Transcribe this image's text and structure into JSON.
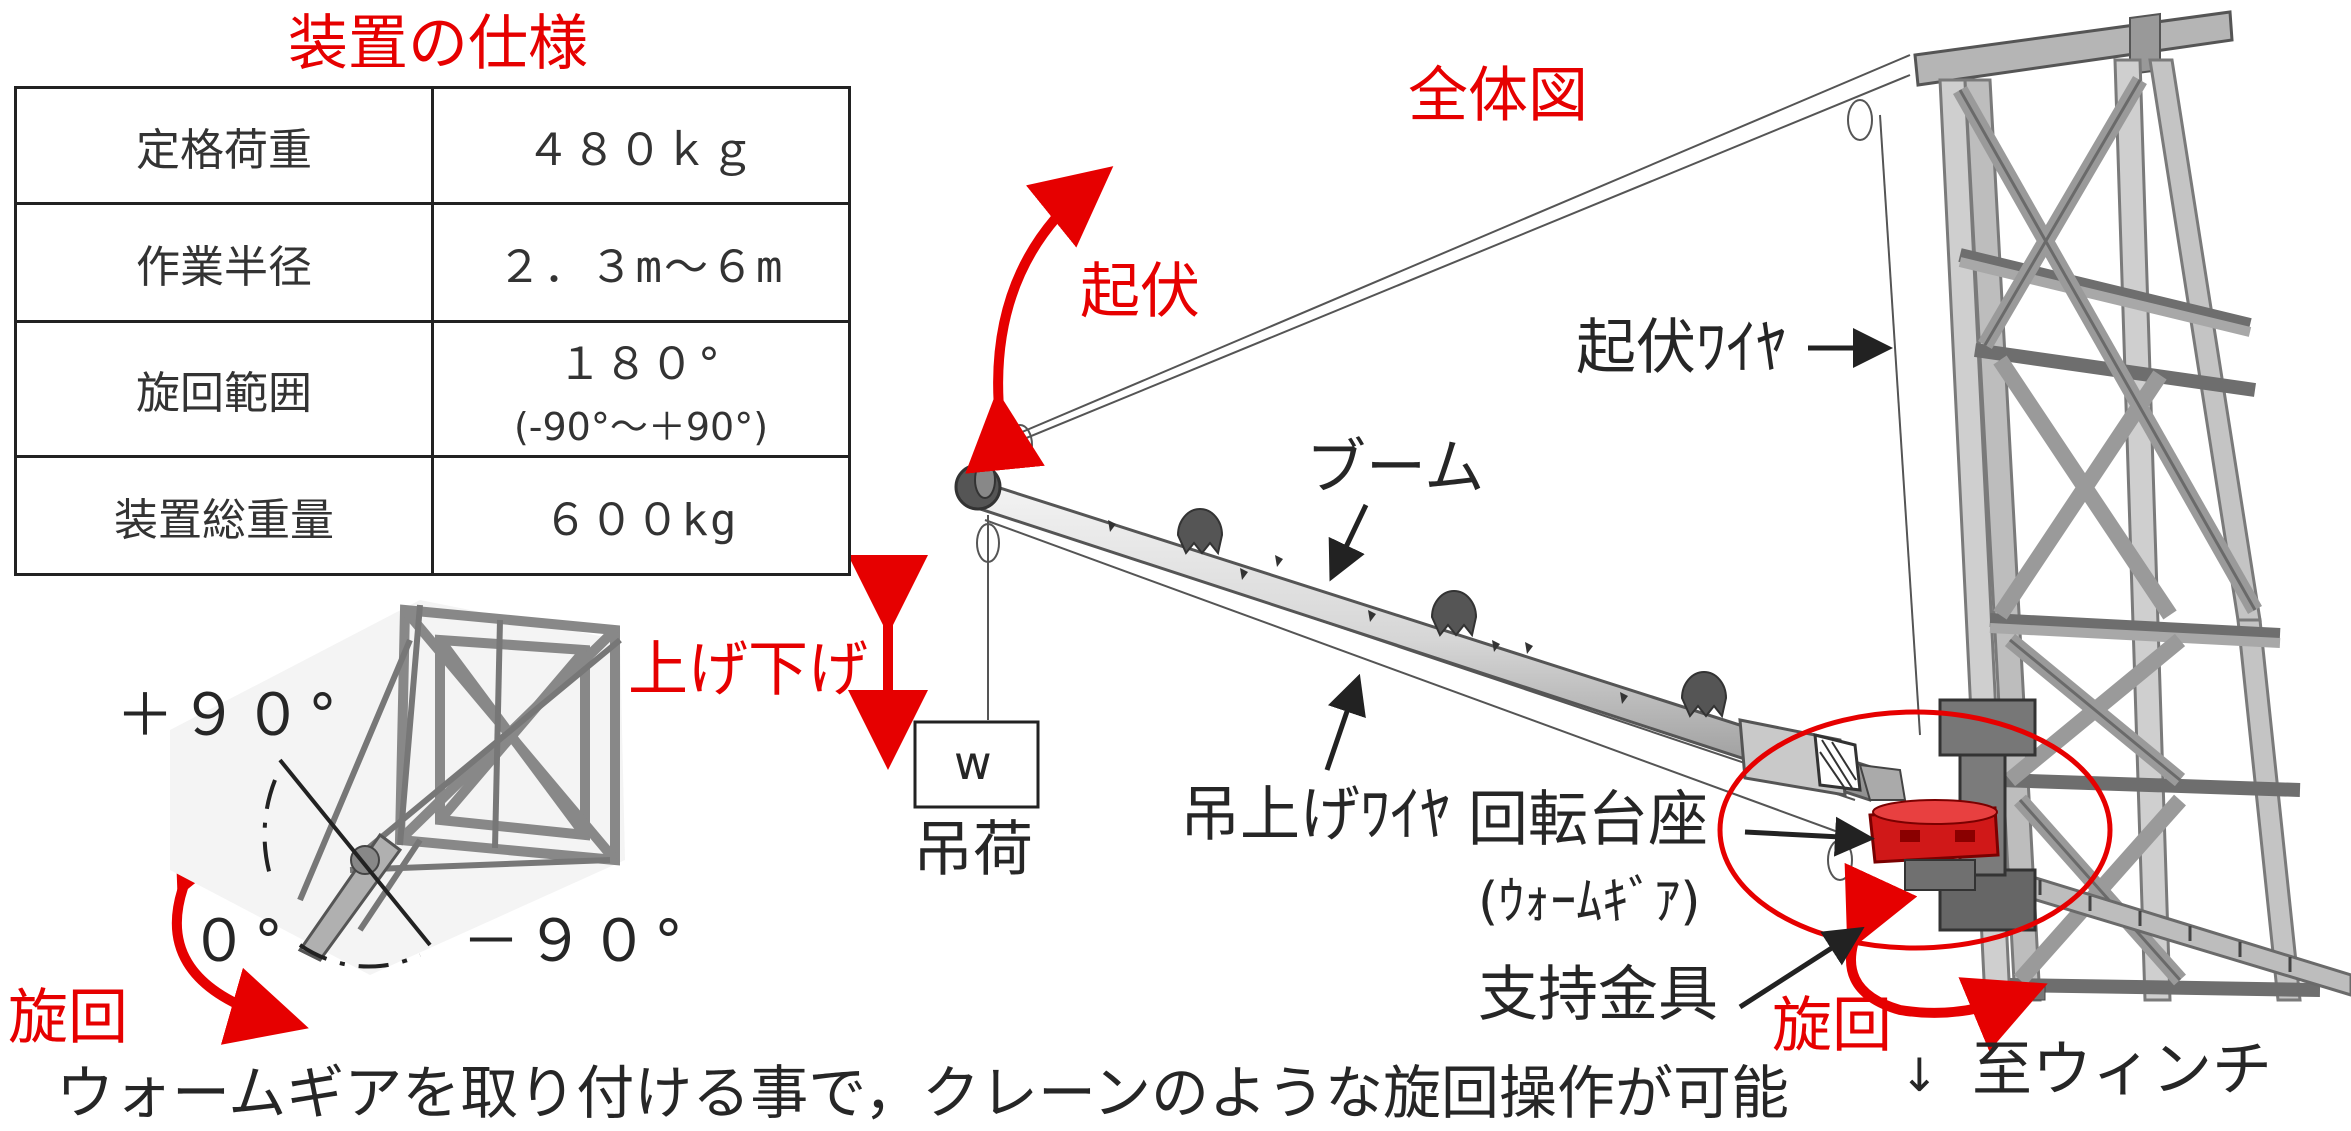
{
  "spec": {
    "title": "装置の仕様",
    "rows": [
      {
        "label": "定格荷重",
        "value": "４８０ｋｇ"
      },
      {
        "label": "作業半径",
        "value": "２．３m～６m"
      },
      {
        "label": "旋回範囲",
        "value": "１８０°",
        "value_sub": "(-90°～＋90°)"
      },
      {
        "label": "装置総重量",
        "value": "６００kg"
      }
    ]
  },
  "labels": {
    "overall_view": "全体図",
    "luffing": "起伏",
    "luffing_wire": "起伏ﾜｲﾔ",
    "boom": "ブーム",
    "raise_lower": "上げ下げ",
    "w": "w",
    "suspended_load": "吊荷",
    "hoist_wire": "吊上げﾜｲﾔ",
    "turntable": "回転台座",
    "worm_gear": "(ｳｫｰﾑｷﾞｱ)",
    "support_bracket": "支持金具",
    "slewing_right": "旋回",
    "to_winch": "至ウィンチ",
    "down_arrow": "↓",
    "plus90": "＋９０°",
    "zero": "０°",
    "minus90": "－９０°",
    "slewing_left": "旋回"
  },
  "caption": "ウォームギアを取り付ける事で，クレーンのような旋回操作が可能",
  "colors": {
    "accent": "#e60000",
    "text": "#262626",
    "steel": "#8a8a8a"
  }
}
